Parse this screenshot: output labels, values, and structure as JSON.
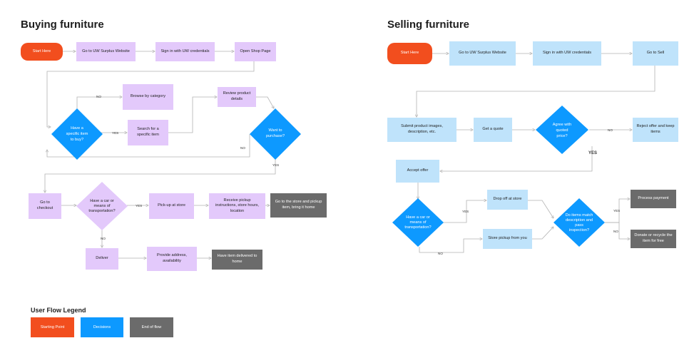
{
  "buying": {
    "title": "Buying furniture",
    "start": "Start Here",
    "website": "Go to UW Surplus Website",
    "signin": "Sign in with UW credentials",
    "shop": "Open Shop Page",
    "browse": "Browse by category",
    "review": "Review product details",
    "search": "Search for a specific item",
    "checkout": "Go to checkout",
    "pickup": "Pick-up at store",
    "instructions": "Receive pickup instructions, store hours, location",
    "gostore": "Go to the store and pickup item, bring it home",
    "deliver": "Deliver",
    "address": "Provide address, availability",
    "delivered": "Have item delivered to home",
    "decision_specific": [
      "Have a",
      "specific item",
      "to buy?"
    ],
    "decision_purchase": [
      "Want to",
      "purchase?"
    ],
    "decision_car": [
      "Have a car or",
      "means of",
      "transportation?"
    ],
    "lbl_no": "NO",
    "lbl_yes": "YES"
  },
  "selling": {
    "title": "Selling furniture",
    "start": "Start Here",
    "website": "Go to UW Surplus Website",
    "signin": "Sign in with UW credentials",
    "gosell": "Go to Sell",
    "submit": "Submit product images, description, etc.",
    "quote": "Get a quote",
    "reject": "Reject offer and keep items",
    "accept": "Accept offer",
    "dropoff": "Drop off at store",
    "storepickup": "Store pickup from you",
    "process": "Process payment",
    "donate": "Donate or recycle the item for free",
    "decision_agree": [
      "Agree with",
      "quoted",
      "price?"
    ],
    "decision_car": [
      "Have a car or",
      "means of",
      "transportation?"
    ],
    "decision_match": [
      "Do items match",
      "description and",
      "pass",
      "inspection?"
    ],
    "lbl_no": "NO",
    "lbl_yes": "YES"
  },
  "legend": {
    "title": "User Flow Legend",
    "starting": "Starting Point",
    "decisions": "Decisions",
    "end": "End of flow"
  },
  "colors": {
    "start": "#f24e1e",
    "decision": "#0d99ff",
    "end": "#6b6b6b",
    "buy_step": "#e3c9fb",
    "sell_step": "#bfe3fb",
    "connector": "#b3b3b3"
  }
}
